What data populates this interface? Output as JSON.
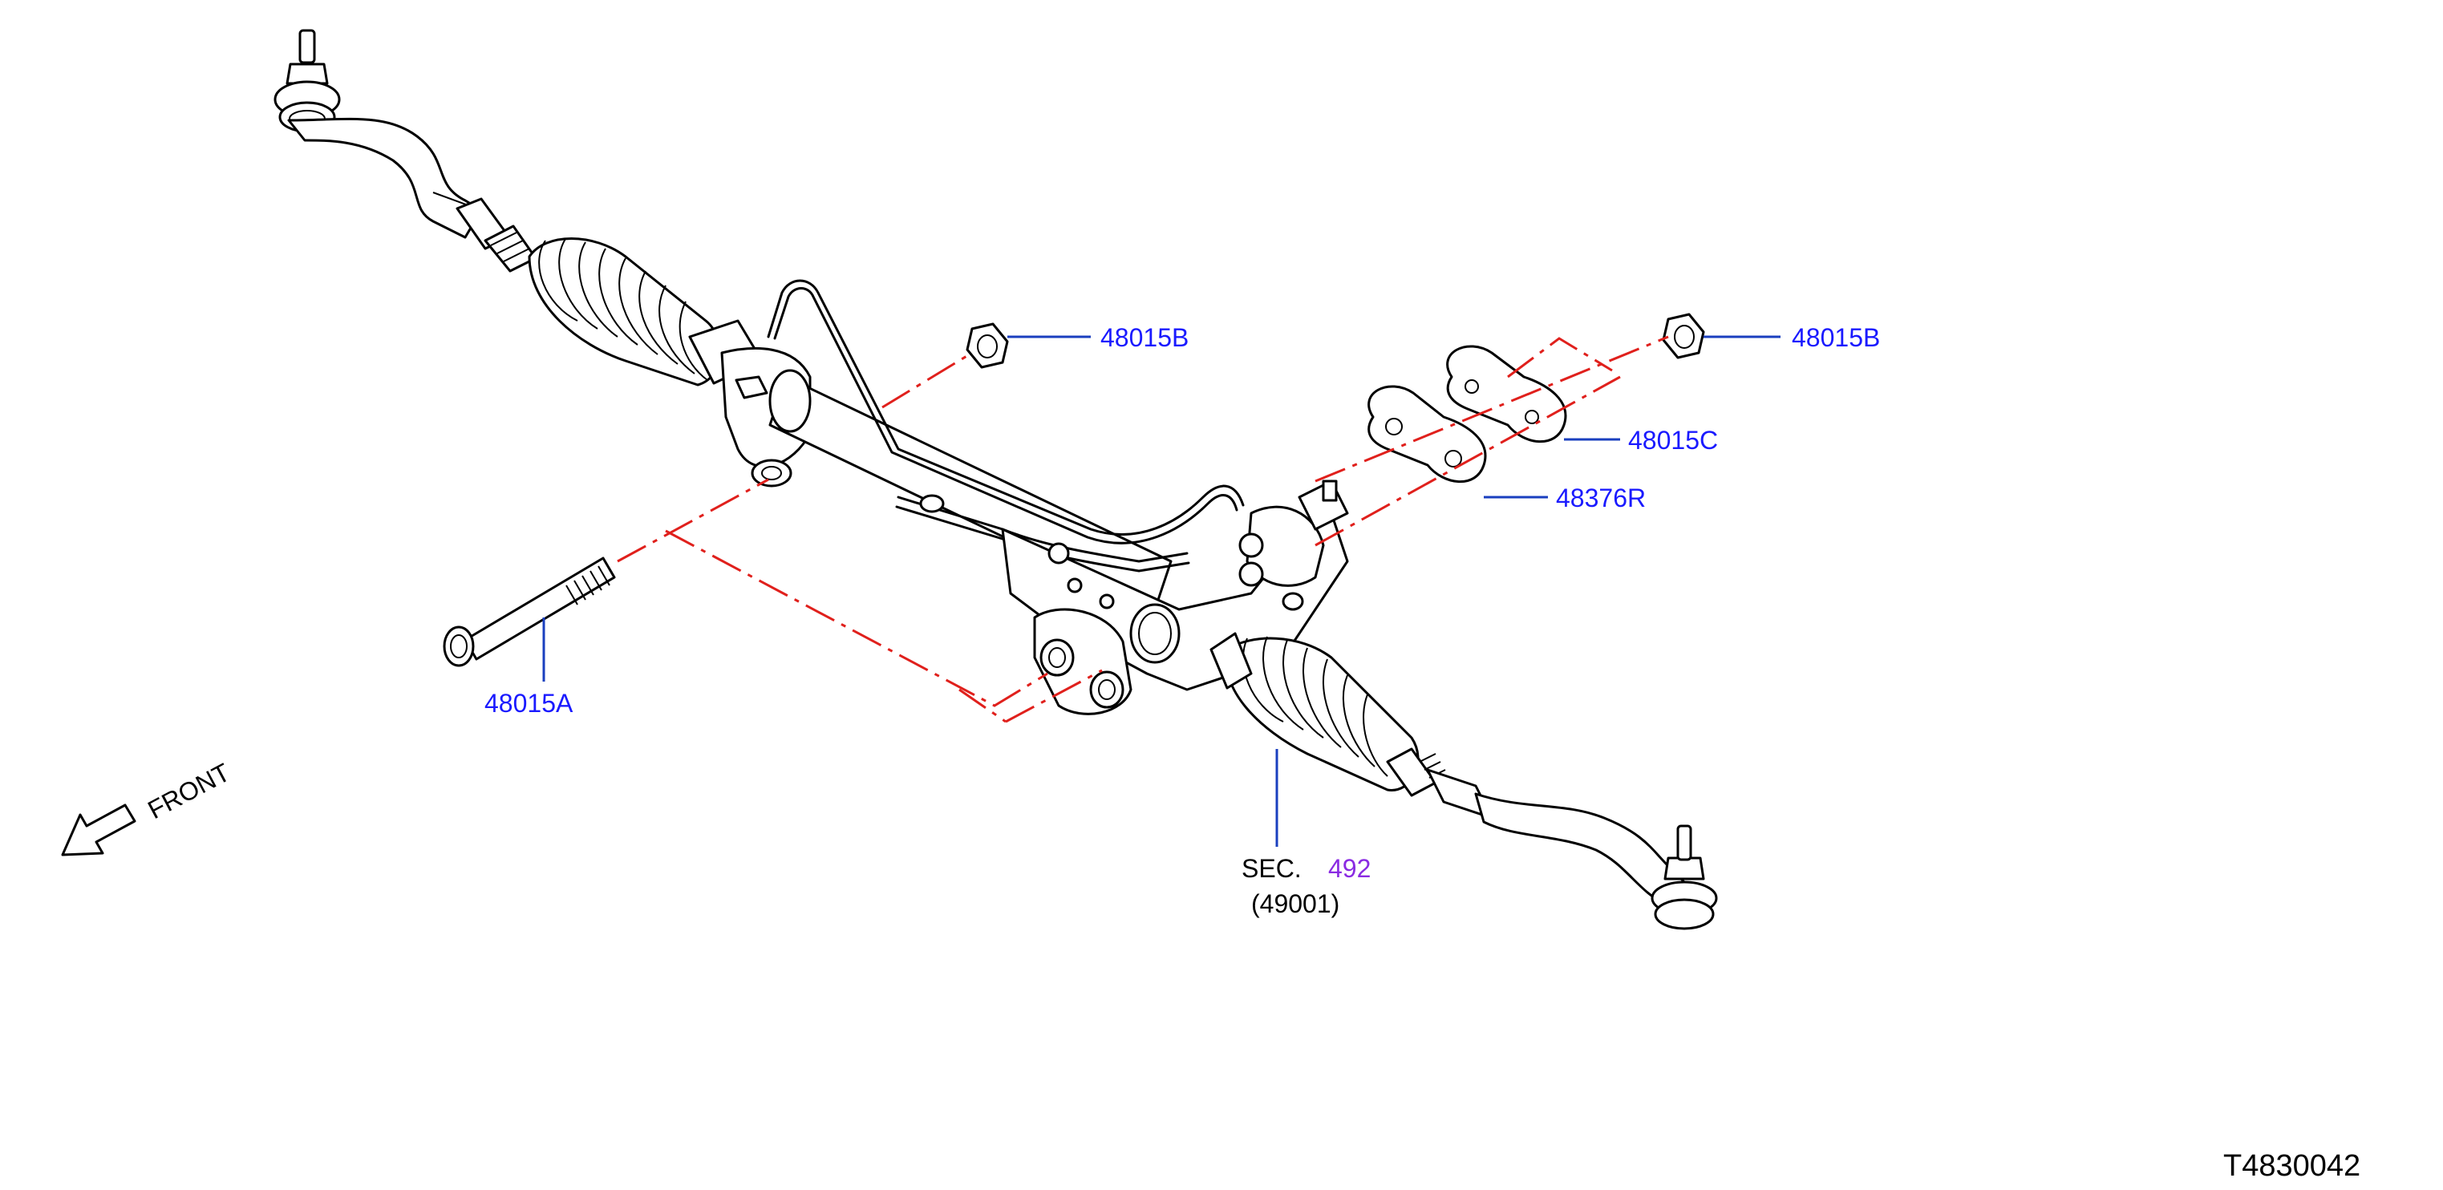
{
  "callouts": {
    "nut_top_left": "48015B",
    "nut_top_right": "48015B",
    "washer_c": "48015C",
    "shim_r": "48376R",
    "bolt_a": "48015A"
  },
  "section_ref": {
    "prefix": "SEC.",
    "number": "492",
    "sub": "(49001)"
  },
  "front_label": "FRONT",
  "diagram_code": "T4830042",
  "colors": {
    "callout_text": "#1a1aff",
    "leader_line": "#1a3fbf",
    "phantom_line": "#e0201c",
    "section_link": "#8a2be2"
  }
}
